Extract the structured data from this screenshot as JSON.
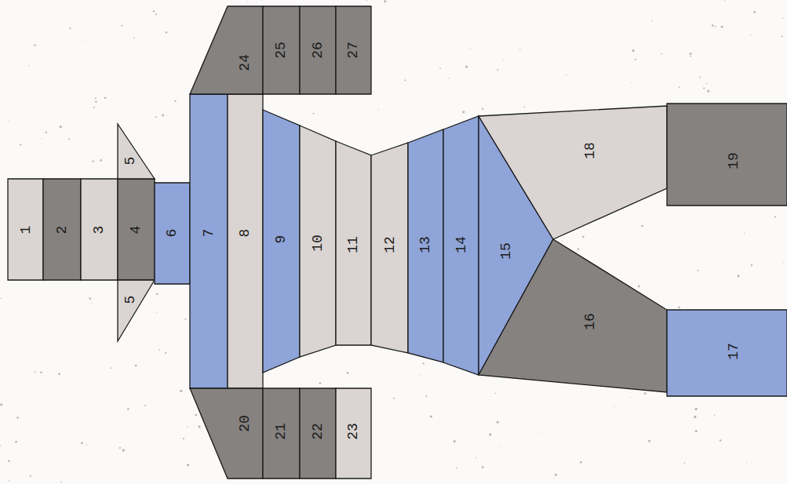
{
  "diagram": {
    "nodes": [
      {
        "text": [
          "1"
        ]
      },
      {
        "text": [
          "2"
        ]
      },
      {
        "text": [
          "3"
        ]
      },
      {
        "text": [
          "4"
        ]
      },
      {
        "text": [
          "5"
        ]
      },
      {
        "text": [
          "5"
        ]
      },
      {
        "text": [
          "6"
        ]
      },
      {
        "text": [
          "7"
        ]
      },
      {
        "text": [
          "8"
        ]
      },
      {
        "text": [
          "9"
        ]
      },
      {
        "text": [
          "10"
        ]
      },
      {
        "text": [
          "11"
        ]
      },
      {
        "text": [
          "12"
        ]
      },
      {
        "text": [
          "13"
        ]
      },
      {
        "text": [
          "14"
        ]
      },
      {
        "text": [
          "15"
        ]
      },
      {
        "text": [
          "16"
        ]
      },
      {
        "text": [
          "17"
        ]
      },
      {
        "text": [
          "18"
        ]
      },
      {
        "text": [
          "19"
        ]
      },
      {
        "text": [
          "20"
        ]
      },
      {
        "text": [
          "21"
        ]
      },
      {
        "text": [
          "22"
        ]
      },
      {
        "text": [
          "23"
        ]
      },
      {
        "text": [
          "24"
        ]
      },
      {
        "text": [
          "25"
        ]
      },
      {
        "text": [
          "26"
        ]
      },
      {
        "text": [
          "27"
        ]
      }
    ]
  }
}
